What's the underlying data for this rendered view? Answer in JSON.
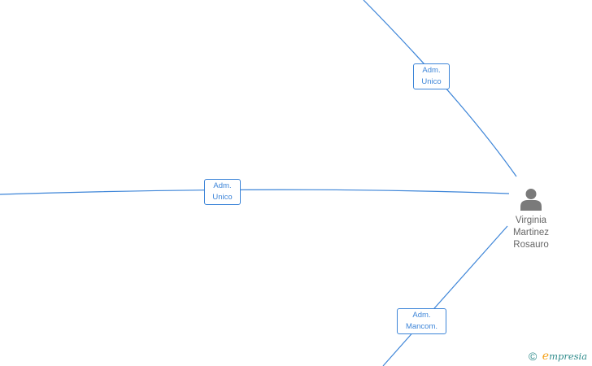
{
  "colors": {
    "edge": "#3d85d8",
    "node_text": "#666666",
    "icon": "#7a7a7a",
    "brand_teal": "#2e8b8b",
    "brand_orange": "#f5a21b"
  },
  "edges": [
    {
      "label_line1": "Adm.",
      "label_line2": "Unico"
    },
    {
      "label_line1": "Adm.",
      "label_line2": "Unico"
    },
    {
      "label_line1": "Adm.",
      "label_line2": "Mancom."
    }
  ],
  "person": {
    "icon": "person-silhouette-icon",
    "name_lines": [
      "Virginia",
      "Martinez",
      "Rosauro"
    ]
  },
  "brand": {
    "copyright_symbol": "©",
    "initial": "e",
    "name_rest": "mpresia"
  }
}
